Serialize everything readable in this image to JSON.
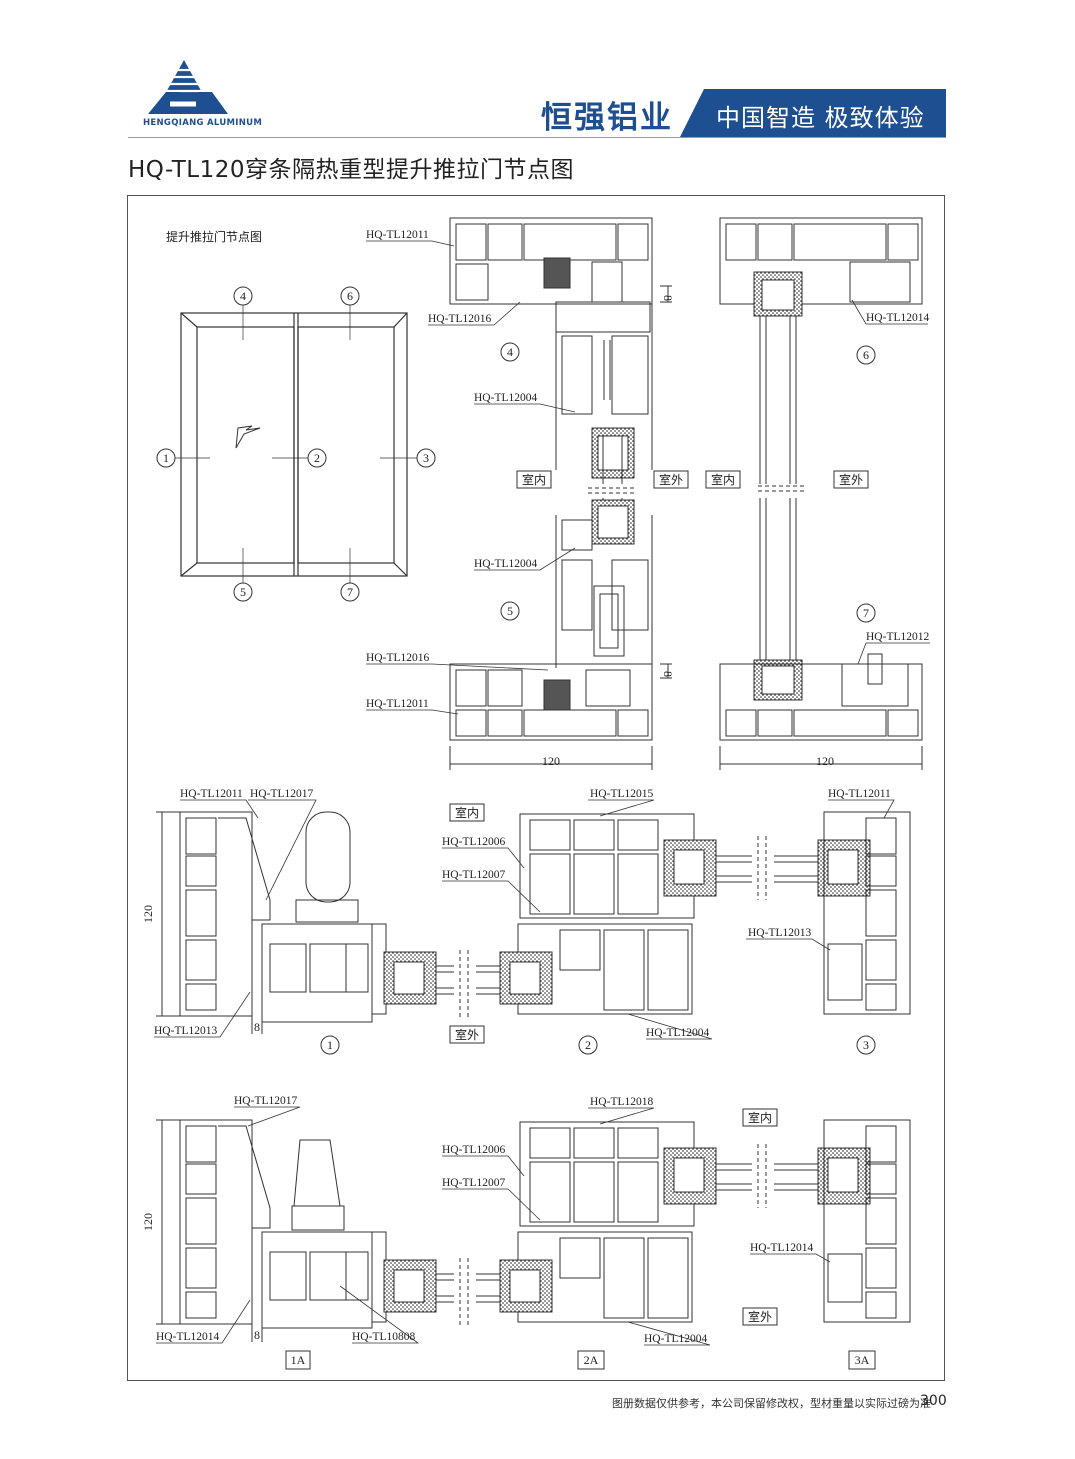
{
  "header": {
    "logo_text": "HENGQIANG ALUMINUM",
    "brand": "恒强铝业",
    "slogan": "中国智造 极致体验",
    "brand_color": "#1d4f91"
  },
  "title": "HQ-TL120穿条隔热重型提升推拉门节点图",
  "elevation": {
    "caption": "提升推拉门节点图",
    "markers": [
      "1",
      "2",
      "3",
      "4",
      "5",
      "6",
      "7"
    ]
  },
  "section_markers": {
    "n4": "4",
    "n5": "5",
    "n6": "6",
    "n7": "7",
    "n1": "1",
    "n2": "2",
    "n3": "3",
    "n1a": "1A",
    "n2a": "2A",
    "n3a": "3A"
  },
  "sides": {
    "inside": "室内",
    "outside": "室外"
  },
  "dims": {
    "width": "120",
    "height": "120",
    "gap": "8"
  },
  "profiles": {
    "p12011": "HQ-TL12011",
    "p12016": "HQ-TL12016",
    "p12004": "HQ-TL12004",
    "p12014": "HQ-TL12014",
    "p12012": "HQ-TL12012",
    "p12017": "HQ-TL12017",
    "p12015": "HQ-TL12015",
    "p12006": "HQ-TL12006",
    "p12007": "HQ-TL12007",
    "p12013": "HQ-TL12013",
    "p12018": "HQ-TL12018",
    "p10808": "HQ-TL10808"
  },
  "footer": {
    "note": "图册数据仅供参考，本公司保留修改权，型材重量以实际过磅为准",
    "page": "300"
  }
}
